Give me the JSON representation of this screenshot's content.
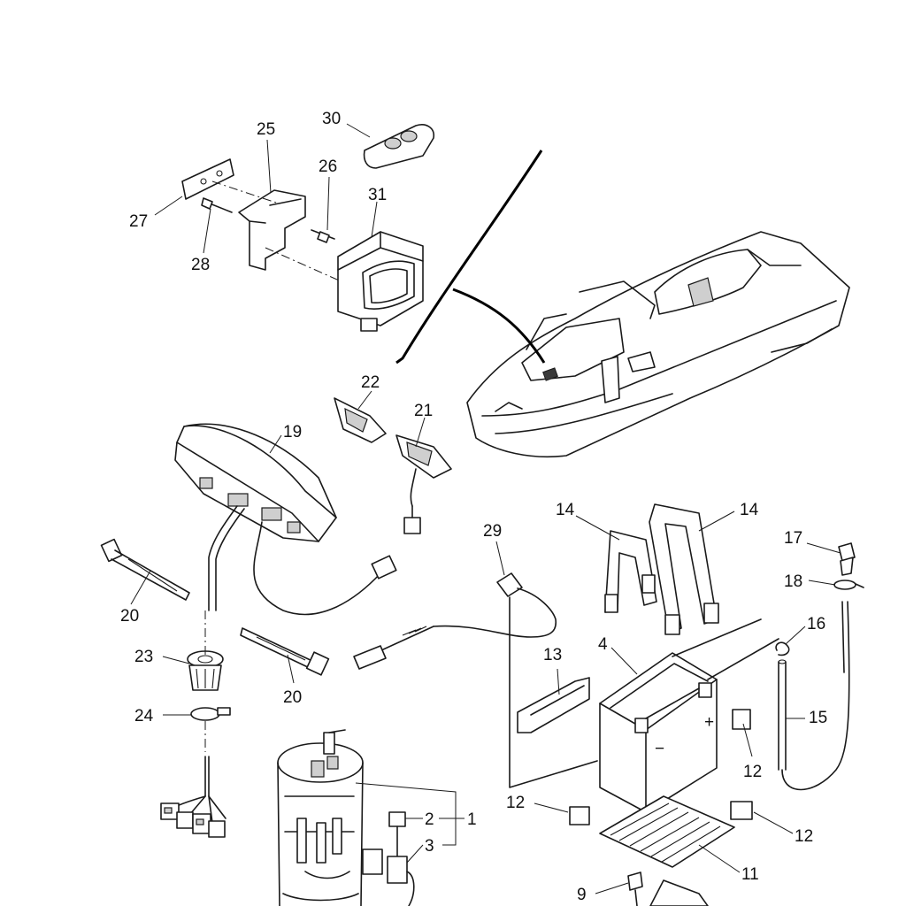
{
  "callouts": {
    "c1": "1",
    "c2": "2",
    "c3": "3",
    "c4": "4",
    "c9": "9",
    "c11": "11",
    "c12a": "12",
    "c12b": "12",
    "c12c": "12",
    "c13": "13",
    "c14a": "14",
    "c14b": "14",
    "c15": "15",
    "c16": "16",
    "c17": "17",
    "c18": "18",
    "c19": "19",
    "c20a": "20",
    "c20b": "20",
    "c21": "21",
    "c22": "22",
    "c23": "23",
    "c24": "24",
    "c25": "25",
    "c26": "26",
    "c27": "27",
    "c28": "28",
    "c29": "29",
    "c30": "30",
    "c31": "31"
  },
  "battery_marks": {
    "minus": "−",
    "plus": "+"
  }
}
